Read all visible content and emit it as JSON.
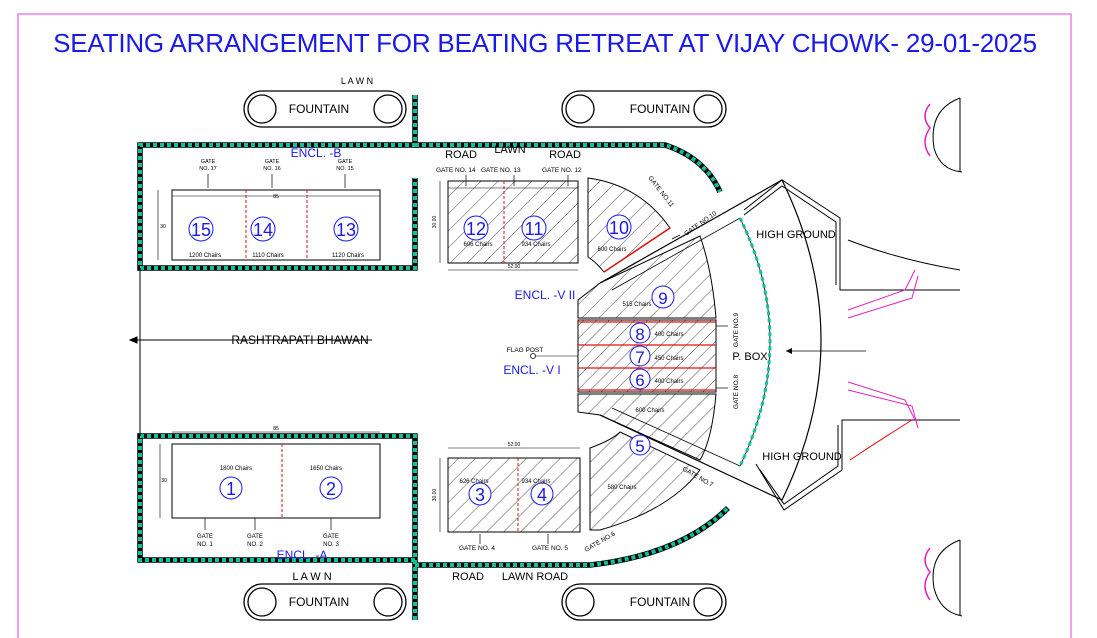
{
  "title": "SEATING ARRANGEMENT FOR BEATING RETREAT AT VIJAY CHOWK- 29-01-2025",
  "labels": {
    "lawn_top": "L A W N",
    "lawn_mid": "LAWN",
    "lawn_bottom": "L A W N",
    "lawn_road": "LAWN ROAD",
    "road": "ROAD",
    "fountain": "FOUNTAIN",
    "rashtrapati": "RASHTRAPATI BHAWAN",
    "high_ground": "HIGH GROUND",
    "pbox": "P. BOX",
    "flag_post": "FLAG POST",
    "encl_a": "ENCL. -A",
    "encl_b": "ENCL. -B",
    "encl_v1": "ENCL. -V I",
    "encl_v2": "ENCL. -V II"
  },
  "enclosures": [
    {
      "num": "15",
      "chairs": "1200 Chairs"
    },
    {
      "num": "14",
      "chairs": "1110 Chairs"
    },
    {
      "num": "13",
      "chairs": "1120 Chairs"
    },
    {
      "num": "12",
      "chairs": "606 Chairs"
    },
    {
      "num": "11",
      "chairs": "934 Chairs"
    },
    {
      "num": "10",
      "chairs": "600 Chairs"
    },
    {
      "num": "9",
      "chairs": "515 Chairs"
    },
    {
      "num": "8",
      "chairs": "400 Chairs"
    },
    {
      "num": "7",
      "chairs": "450 Chairs"
    },
    {
      "num": "6",
      "chairs": "400 Chairs"
    },
    {
      "num": "5",
      "chairs": "580 Chairs"
    },
    {
      "num": "4",
      "chairs": "934 Chairs"
    },
    {
      "num": "3",
      "chairs": "626 Chairs"
    },
    {
      "num": "2",
      "chairs": "1650 Chairs"
    },
    {
      "num": "1",
      "chairs": "1800 Chairs"
    },
    {
      "num": "",
      "chairs": "600 Chairs"
    }
  ],
  "gates": {
    "g1a": "GATE",
    "g1b": "NO. 1",
    "g2a": "GATE",
    "g2b": "NO. 2",
    "g3a": "GATE",
    "g3b": "NO. 3",
    "g4": "GATE NO. 4",
    "g5": "GATE NO. 5",
    "g6": "GATE NO.6",
    "g7": "GATE NO.7",
    "g8": "GATE NO.8",
    "g9": "GATE NO.9",
    "g10": "GATE NO.10",
    "g11": "GATE NO.11",
    "g12": "GATE NO. 12",
    "g13": "GATE NO. 13",
    "g14": "GATE NO. 14",
    "g15a": "GATE",
    "g15b": "NO. 15",
    "g16a": "GATE",
    "g16b": "NO. 16",
    "g17a": "GATE",
    "g17b": "NO. 17"
  },
  "dimensions": {
    "d85": "85",
    "d52": "52.00",
    "d30": "30",
    "d30_00": "30.00"
  },
  "colors": {
    "title": "#1a1ae6",
    "border": "#e040e0",
    "fence": "#12c09a",
    "red_line": "#e01010",
    "magenta": "#e020c0",
    "blue_text": "#1a1ae6"
  }
}
